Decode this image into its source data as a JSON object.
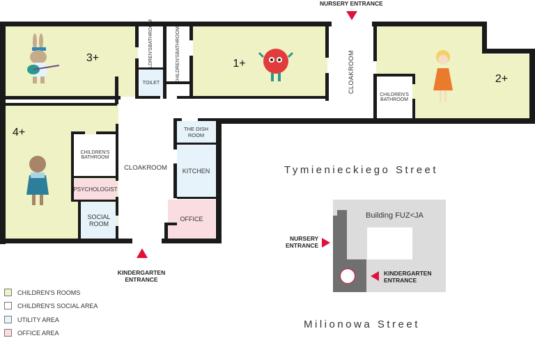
{
  "entrances": {
    "nursery_top": "NURSERY ENTRANCE",
    "kindergarten": [
      "KINDERGARTEN",
      "ENTRANCE"
    ],
    "inset_nursery": [
      "NURSERY",
      "ENTRANCE"
    ],
    "inset_kindergarten": [
      "KINDERGARTEN",
      "ENTRANCE"
    ]
  },
  "rooms": {
    "room_3": "3+",
    "room_1": "1+",
    "room_2": "2+",
    "room_4": "4+",
    "bathroom_1": [
      "CHILDREN'S",
      "BATHROOM"
    ],
    "bathroom_2": [
      "CHILDREN'S",
      "BATHROOM"
    ],
    "bathroom_3": [
      "CHILDREN'S",
      "BATHROOM"
    ],
    "bathroom_4": [
      "CHILDREN'S",
      "BATHROOM"
    ],
    "toilet": "TOILET",
    "cloakroom_top": "CLOAKROOM",
    "cloakroom_main": "CLOAKROOM",
    "dish_room": [
      "THE DISH",
      "ROOM"
    ],
    "kitchen": "KITCHEN",
    "office": "OFFICE",
    "psychologist": "PSYCHOLOGIST",
    "social_room": [
      "SOCIAL",
      "ROOM"
    ]
  },
  "streets": {
    "north": "Tymienieckiego Street",
    "south": "Milionowa Street"
  },
  "inset": {
    "building": "Building FUZ<JA"
  },
  "legend": [
    {
      "label": "CHILDREN'S ROOMS",
      "color": "#eef2c4"
    },
    {
      "label": "CHILDREN'S SOCIAL AREA",
      "color": "#ffffff"
    },
    {
      "label": "UTILITY AREA",
      "color": "#e6f3fb"
    },
    {
      "label": "OFFICE AREA",
      "color": "#f9dde0"
    }
  ]
}
